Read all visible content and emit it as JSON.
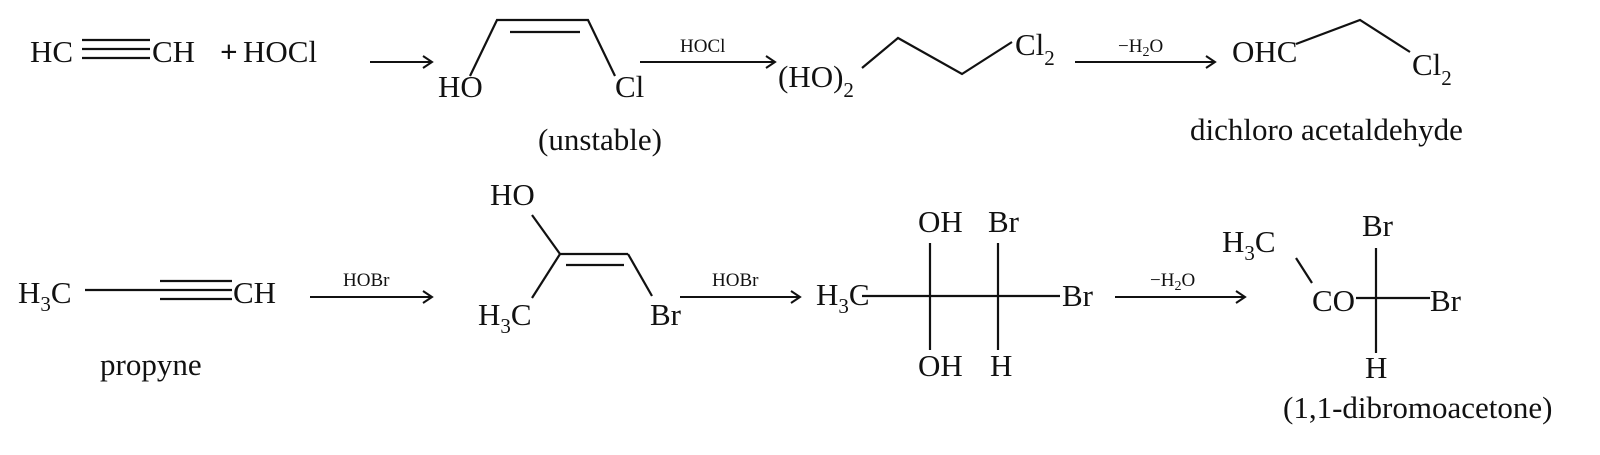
{
  "reaction1": {
    "reactant_left": "HC",
    "reactant_right": "CH",
    "plus": "+",
    "reagent": "HOCl",
    "intermediate": {
      "left": "HO",
      "right": "Cl",
      "note": "(unstable)"
    },
    "arrow2_label": "HOCl",
    "diol": {
      "group": "(HO)",
      "group_sub": "2",
      "halogen": "Cl",
      "halogen_sub": "2"
    },
    "arrow3_label": {
      "prefix": "−H",
      "sub": "2",
      "suffix": "O"
    },
    "product": {
      "group": "OHC",
      "halogen": "Cl",
      "halogen_sub": "2",
      "name": "dichloro acetaldehyde"
    }
  },
  "reaction2": {
    "reactant": {
      "methyl": "H",
      "methyl_sub": "3",
      "methyl_c": "C",
      "end": "CH",
      "name": "propyne"
    },
    "arrow1_label": "HOBr",
    "intermediate": {
      "hydroxyl": "HO",
      "methyl": "H",
      "methyl_sub": "3",
      "methyl_c": "C",
      "halogen": "Br"
    },
    "arrow2_label": "HOBr",
    "adduct": {
      "methyl": "H",
      "methyl_sub": "3",
      "methyl_c": "C",
      "top1": "OH",
      "top2": "Br",
      "right": "Br",
      "bottom1": "OH",
      "bottom2": "H"
    },
    "arrow3_label": {
      "prefix": "−H",
      "sub": "2",
      "suffix": "O"
    },
    "product": {
      "methyl": "H",
      "methyl_sub": "3",
      "methyl_c": "C",
      "carbonyl": "CO",
      "top": "Br",
      "right": "Br",
      "bottom": "H",
      "name": "(1,1-dibromoacetone)"
    }
  }
}
